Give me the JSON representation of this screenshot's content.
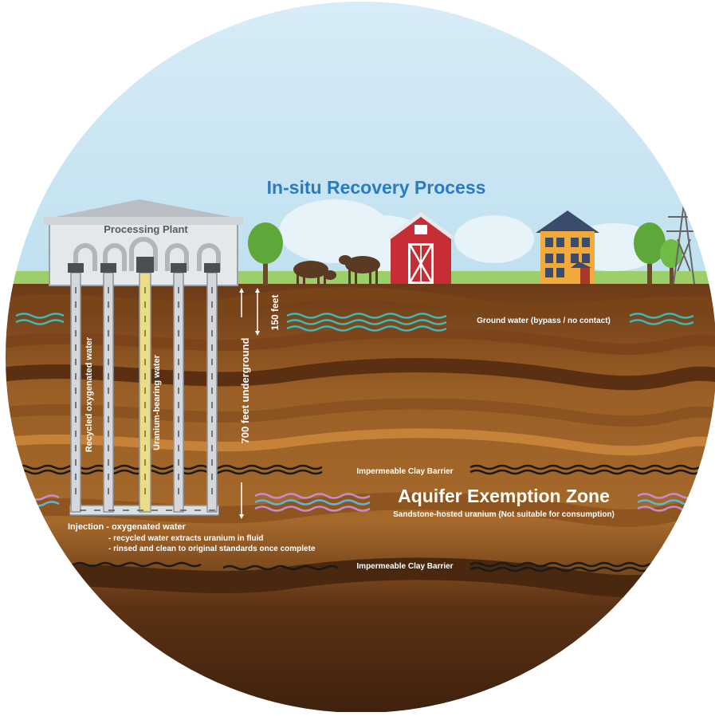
{
  "diagram": {
    "title": "In-situ Recovery Process",
    "plant_label": "Processing Plant",
    "groundwater_label": "Ground water (bypass / no contact)",
    "clay_barrier_upper": "Impermeable Clay Barrier",
    "clay_barrier_lower": "Impermeable Clay Barrier",
    "zone_title": "Aquifer Exemption Zone",
    "zone_subtitle": "Sandstone-hosted uranium  (Not suitable for consumption)",
    "depth_short": "150 feet",
    "depth_long": "700 feet underground",
    "well_left_label": "Recycled oxygenated water",
    "well_center_label": "Uranium-bearing water",
    "injection_line1": "Injection - oxygenated water",
    "injection_line2": "- recycled water extracts uranium in fluid",
    "injection_line3": "- rinsed and clean to original standards once complete"
  },
  "colors": {
    "sky": "#cfe8f3",
    "title": "#2a7bbf",
    "groundwater": "#3fb7b5",
    "aquifer_pink": "#c78cc9",
    "aquifer_blue": "#5db6d8",
    "uranium_pipe": "#e9dd8a",
    "pipe": "#d4d8dc",
    "barn": "#c62d35",
    "house": "#f2a93b",
    "soil_light": "#a86a2a",
    "soil_mid": "#8a4f1e",
    "soil_dark": "#4e2a12"
  }
}
